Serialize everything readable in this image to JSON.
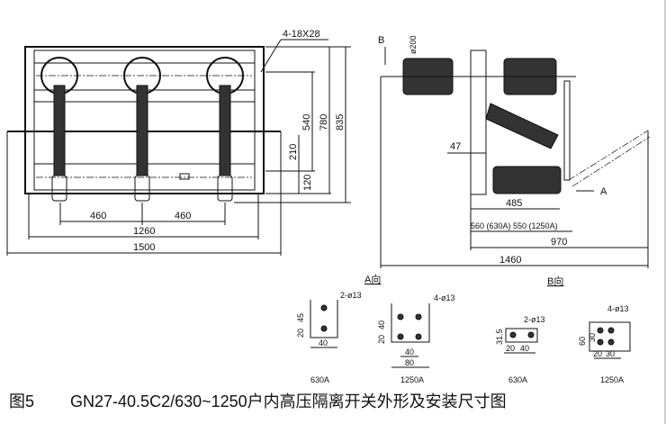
{
  "front_view": {
    "hole_note": "4-18X28",
    "dims": {
      "pole_spacing_1": "460",
      "pole_spacing_2": "460",
      "mount_width": "1260",
      "overall_width": "1500",
      "d540": "540",
      "d780": "780",
      "d835": "835",
      "d210": "210",
      "d120": "120"
    }
  },
  "side_view": {
    "view_b": "B",
    "view_a": "A",
    "diameter": "ø200",
    "dims": {
      "d47": "47",
      "d485": "485",
      "d560_550": "560 (630A) 550 (1250A)",
      "d970": "970",
      "d1460": "1460"
    }
  },
  "details": {
    "a_title": "A向",
    "b_title": "B向",
    "a630": {
      "label": "630A",
      "holes": "2-ø13",
      "d45": "45",
      "d20": "20",
      "d40": "40"
    },
    "a1250": {
      "label": "1250A",
      "holes": "4-ø13",
      "d40v": "40",
      "d20": "20",
      "d40": "40",
      "d80": "80"
    },
    "b630": {
      "label": "630A",
      "holes": "2-ø13",
      "d315": "31.5",
      "d20": "20",
      "d40": "40"
    },
    "b1250": {
      "label": "1250A",
      "holes": "4-ø13",
      "d60": "60",
      "d30v": "30",
      "d20": "20",
      "d30": "30"
    }
  },
  "caption": {
    "figure": "图5",
    "title": "GN27-40.5C2/630~1250户内高压隔离开关外形及安装尺寸图"
  }
}
